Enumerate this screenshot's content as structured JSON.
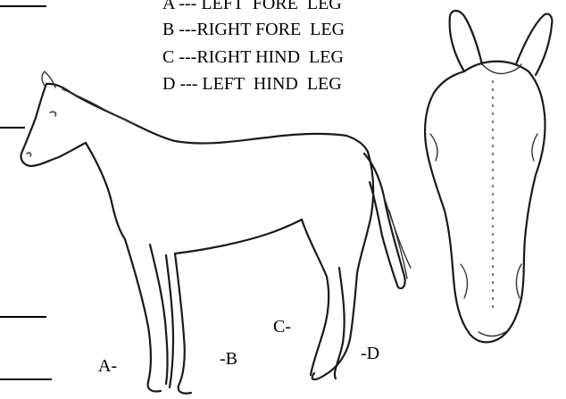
{
  "legend": [
    {
      "text": "A --- LEFT  FORE  LEG"
    },
    {
      "text": "B ---RIGHT FORE  LEG"
    },
    {
      "text": "C ---RIGHT HIND  LEG"
    },
    {
      "text": "D --- LEFT  HIND  LEG"
    }
  ],
  "labels": {
    "a": "A-",
    "b": "-B",
    "c": "C-",
    "d": "-D"
  }
}
